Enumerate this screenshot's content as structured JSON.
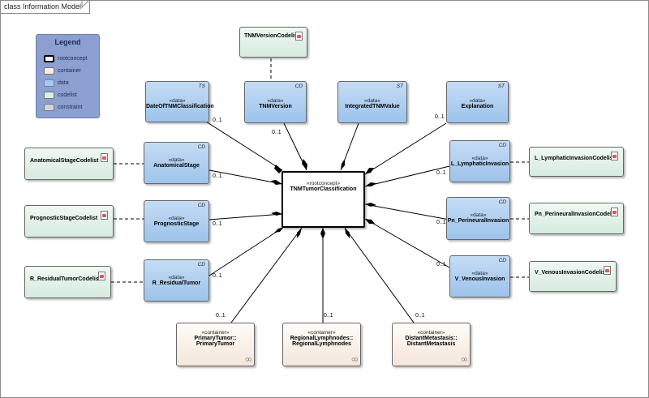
{
  "frame_title": "class Information Model",
  "legend": {
    "title": "Legend",
    "items": [
      {
        "label": "rootconcept",
        "color": "#ffffff",
        "border": "#000000"
      },
      {
        "label": "container",
        "color": "#f9ece4",
        "border": "#888888"
      },
      {
        "label": "data",
        "color": "#a8c9ee",
        "border": "#6a88aa"
      },
      {
        "label": "codelist",
        "color": "#dcefe3",
        "border": "#888888"
      },
      {
        "label": "constraint",
        "color": "#d0d4e6",
        "border": "#888888"
      }
    ]
  },
  "root": {
    "stereotype": "«rootconcept»",
    "name": "TNMTumorClassification"
  },
  "data_classes": [
    {
      "id": "dateoftnm",
      "stereotype": "«data»",
      "name": "DateOfTNMClassification",
      "type_tag": "TS",
      "mult": "0..1"
    },
    {
      "id": "tnmversion",
      "stereotype": "«data»",
      "name": "TNMVersion",
      "type_tag": "CD",
      "mult": "0..1"
    },
    {
      "id": "integrated",
      "stereotype": "«data»",
      "name": "IntegratedTNMValue",
      "type_tag": "ST",
      "mult": ""
    },
    {
      "id": "explanation",
      "stereotype": "«data»",
      "name": "Explanation",
      "type_tag": "ST",
      "mult": "0..1"
    },
    {
      "id": "anatomical",
      "stereotype": "«data»",
      "name": "AnatomicalStage",
      "type_tag": "CD",
      "mult": "0..1"
    },
    {
      "id": "prognostic",
      "stereotype": "«data»",
      "name": "PrognosticStage",
      "type_tag": "CD",
      "mult": "0..1"
    },
    {
      "id": "residual",
      "stereotype": "«data»",
      "name": "R_ResidualTumor",
      "type_tag": "CD",
      "mult": "0..1"
    },
    {
      "id": "lymphatic",
      "stereotype": "«data»",
      "name": "L_LymphaticInvasion",
      "type_tag": "CD",
      "mult": "0..1"
    },
    {
      "id": "perineural",
      "stereotype": "«data»",
      "name": "Pn_PerineuralInvasion",
      "type_tag": "CD",
      "mult": "0..1"
    },
    {
      "id": "venous",
      "stereotype": "«data»",
      "name": "V_VenousInvasion",
      "type_tag": "CD",
      "mult": "0..1"
    }
  ],
  "codelists": [
    {
      "id": "tnmversioncl",
      "name": "TNMVersionCodelist"
    },
    {
      "id": "anatomicalcl",
      "name": "AnatomicalStageCodelist"
    },
    {
      "id": "prognosticcl",
      "name": "PrognosticStageCodelist"
    },
    {
      "id": "residualcl",
      "name": "R_ResidualTumorCodelist"
    },
    {
      "id": "lymphaticcl",
      "name": "L_LymphaticInvasionCodelist"
    },
    {
      "id": "perineuralcl",
      "name": "Pn_PerineuralInvasionCodelist"
    },
    {
      "id": "venouscl",
      "name": "V_VenousInvasionCodelist"
    }
  ],
  "containers": [
    {
      "id": "primary",
      "stereotype": "«container»",
      "name1": "PrimaryTumor::",
      "name2": "PrimaryTumor",
      "mult": "0..1"
    },
    {
      "id": "regional",
      "stereotype": "«container»",
      "name1": "RegionalLymphnodes::",
      "name2": "RegionalLymphnodes",
      "mult": "0..1"
    },
    {
      "id": "distant",
      "stereotype": "«container»",
      "name1": "DistantMetastasis::",
      "name2": "DistantMetastasis",
      "mult": "0..1"
    }
  ]
}
